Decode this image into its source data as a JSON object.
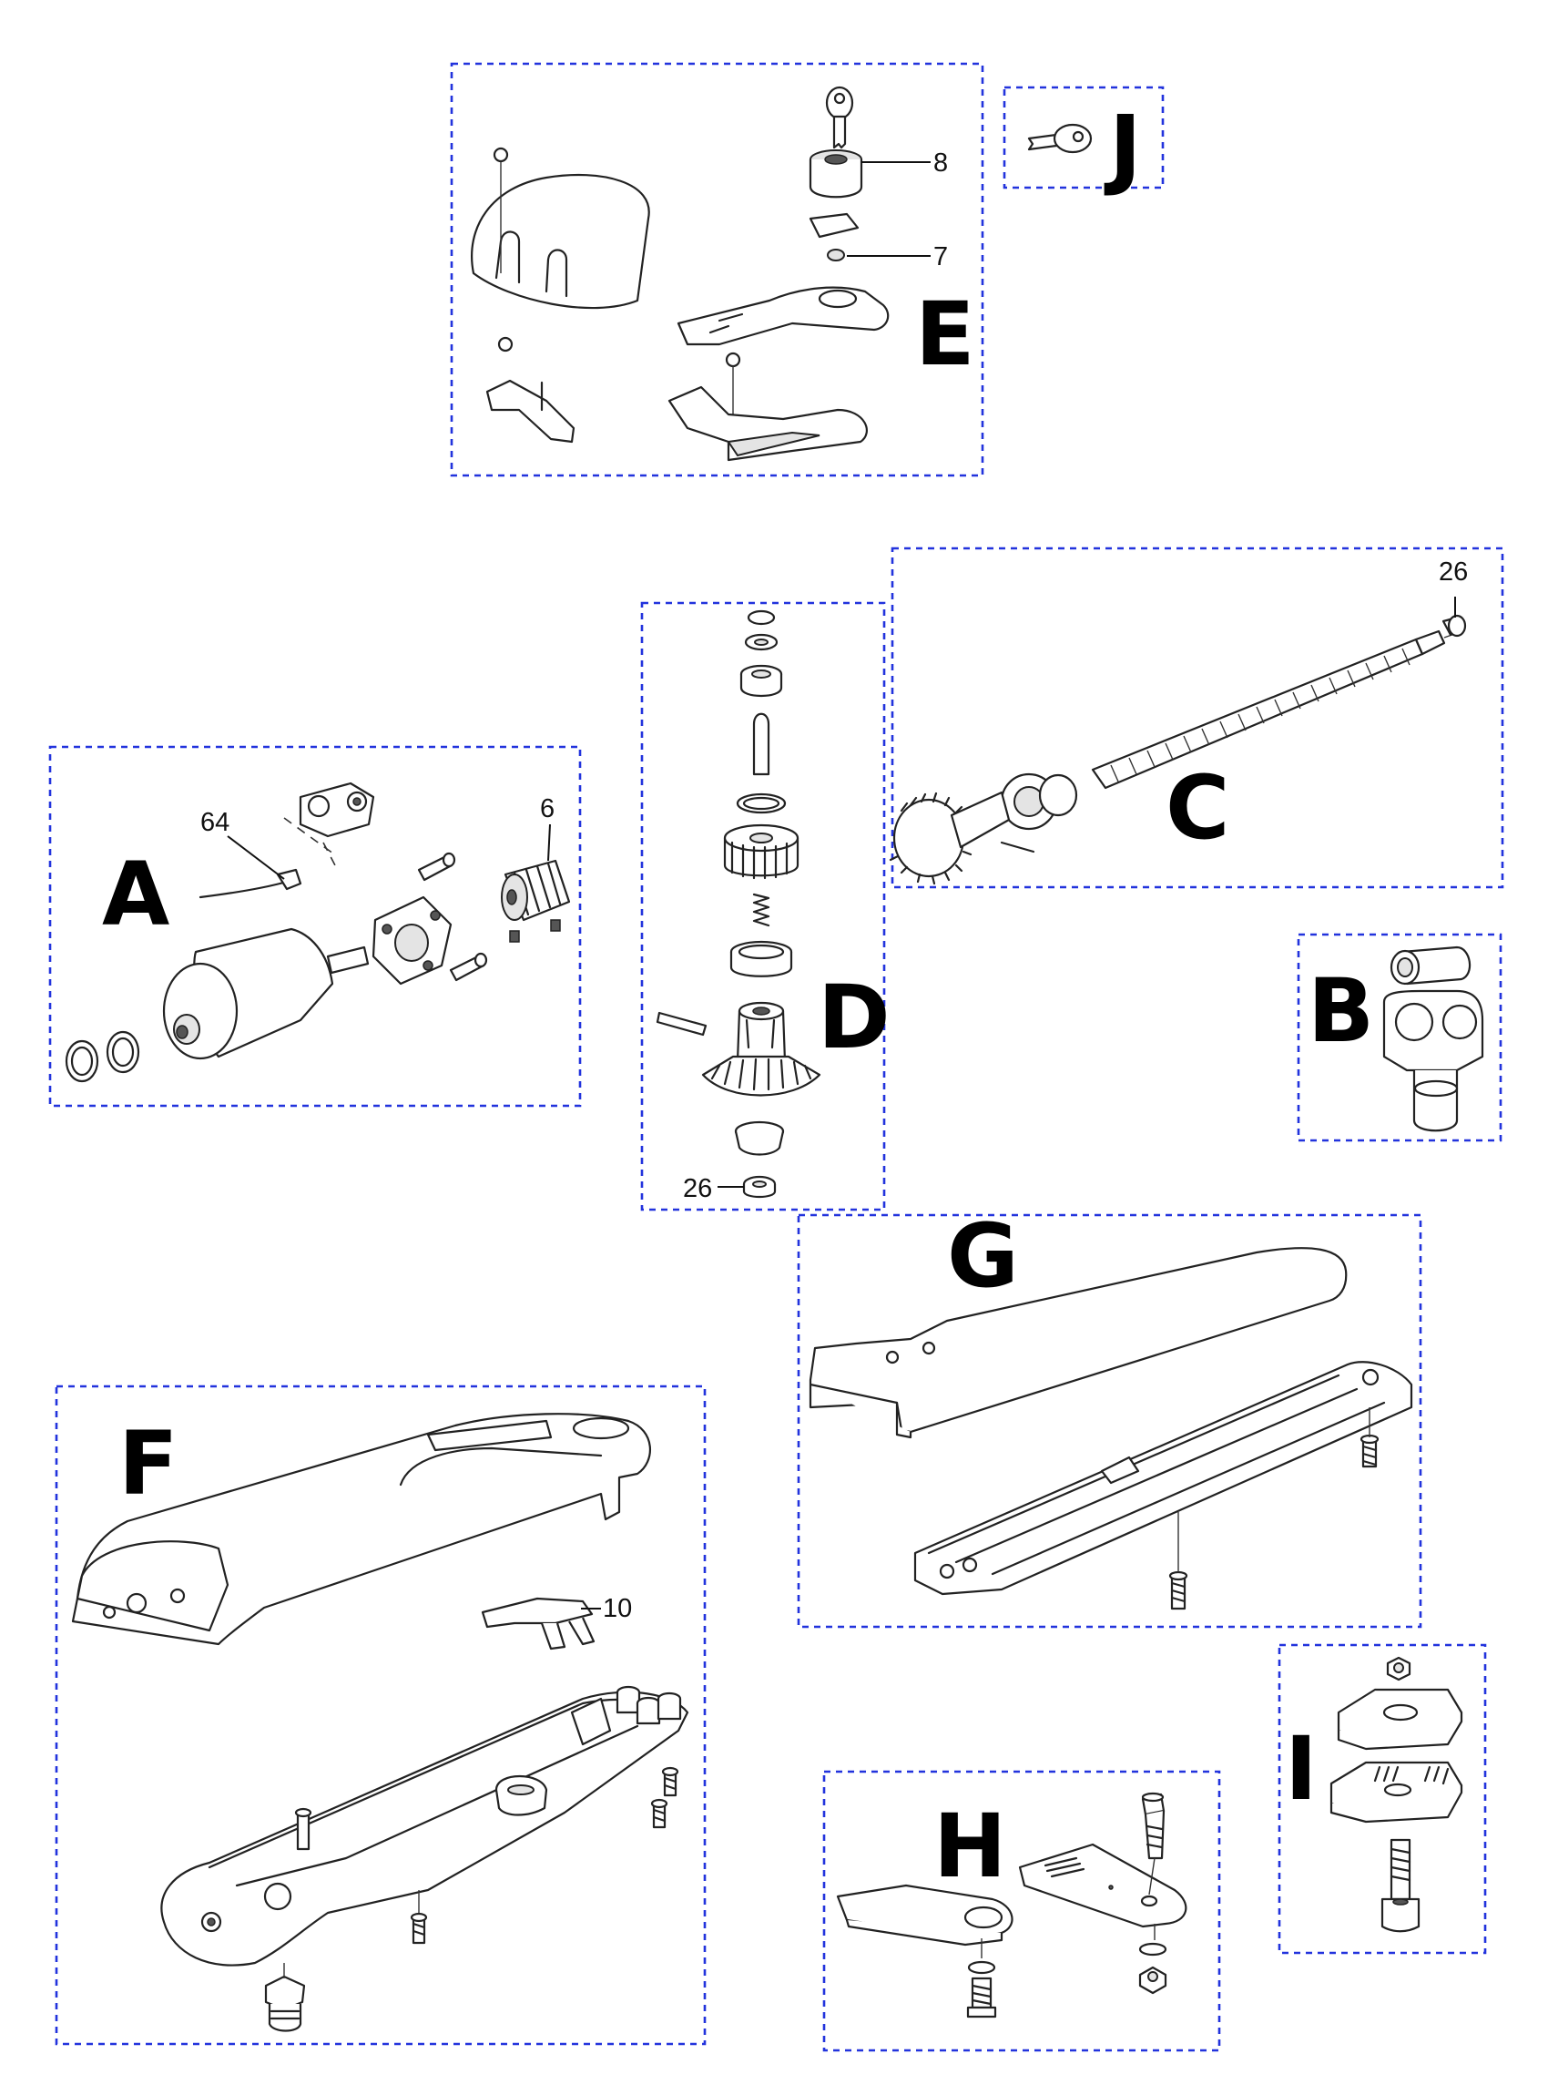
{
  "groups": [
    {
      "id": "A",
      "label": "A"
    },
    {
      "id": "B",
      "label": "B"
    },
    {
      "id": "C",
      "label": "C"
    },
    {
      "id": "D",
      "label": "D"
    },
    {
      "id": "E",
      "label": "E"
    },
    {
      "id": "F",
      "label": "F"
    },
    {
      "id": "G",
      "label": "G"
    },
    {
      "id": "H",
      "label": "H"
    },
    {
      "id": "I",
      "label": "I"
    },
    {
      "id": "J",
      "label": "J"
    }
  ],
  "callouts": {
    "e_key_cylinder": "8",
    "e_screw": "7",
    "a_wire": "64",
    "a_worm": "6",
    "c_end_cap": "26",
    "d_bottom_bearing": "26",
    "f_clip": "10"
  },
  "colors": {
    "frame": "#2233dd",
    "line": "#222222"
  }
}
